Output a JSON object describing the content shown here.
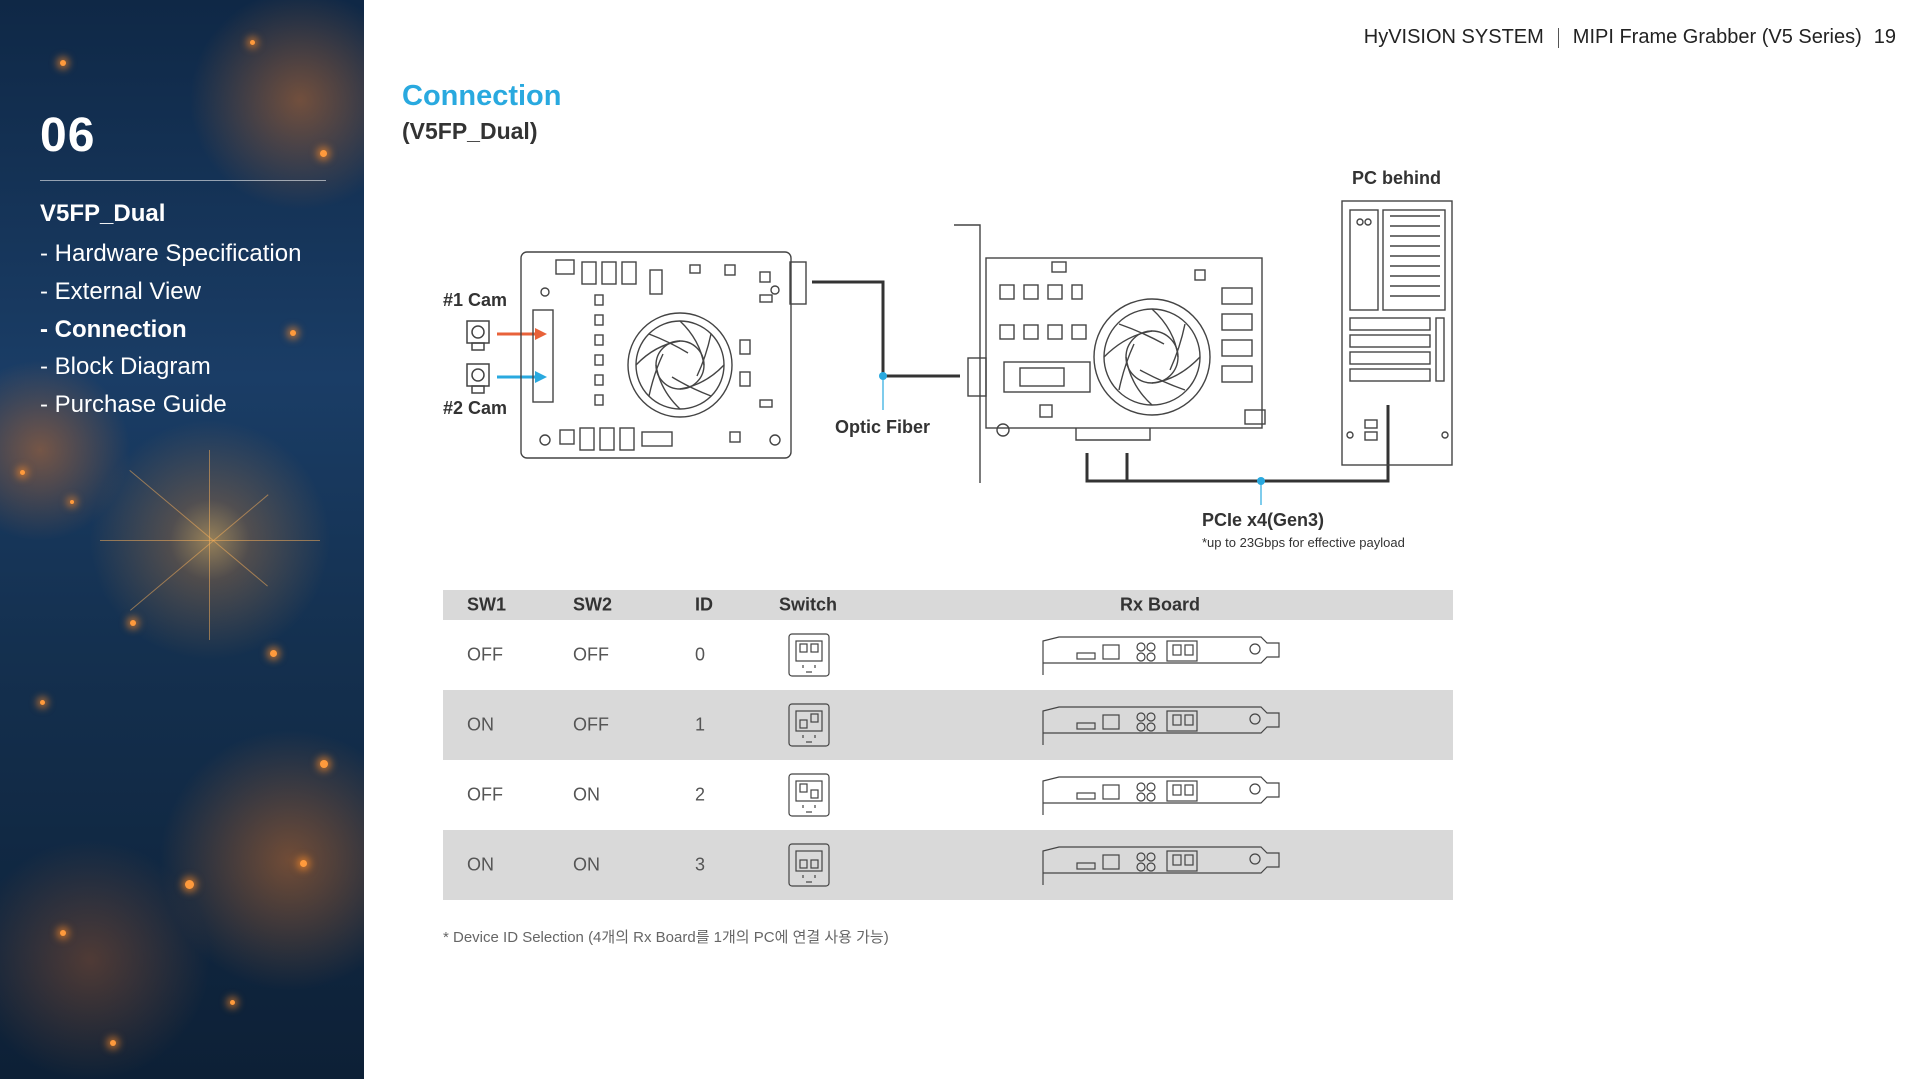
{
  "header": {
    "brand": "HyVISION SYSTEM",
    "document_title": "MIPI Frame Grabber (V5 Series)",
    "page_number": "19"
  },
  "sidebar": {
    "chapter_number": "06",
    "section_title": "V5FP_Dual",
    "items": [
      {
        "label": "- Hardware Specification",
        "active": false
      },
      {
        "label": "- External View",
        "active": false
      },
      {
        "label": "- Connection",
        "active": true
      },
      {
        "label": "- Block Diagram",
        "active": false
      },
      {
        "label": "- Purchase Guide",
        "active": false
      }
    ]
  },
  "page": {
    "title": "Connection",
    "subtitle": "(V5FP_Dual)"
  },
  "diagram": {
    "labels": {
      "cam1": "#1 Cam",
      "cam2": "#2 Cam",
      "optic_fiber": "Optic Fiber",
      "pc_behind": "PC behind",
      "pcie": "PCIe x4(Gen3)",
      "pcie_note": "*up to 23Gbps for effective payload"
    },
    "colors": {
      "cam1_arrow": "#e8623a",
      "cam2_arrow": "#29a9df",
      "accent": "#29a9df"
    }
  },
  "table": {
    "headers": [
      "SW1",
      "SW2",
      "ID",
      "Switch",
      "Rx Board"
    ],
    "rows": [
      {
        "sw1": "OFF",
        "sw2": "OFF",
        "id": "0"
      },
      {
        "sw1": "ON",
        "sw2": "OFF",
        "id": "1"
      },
      {
        "sw1": "OFF",
        "sw2": "ON",
        "id": "2"
      },
      {
        "sw1": "ON",
        "sw2": "ON",
        "id": "3"
      }
    ]
  },
  "footnote": "* Device ID Selection (4개의 Rx Board를 1개의 PC에 연결 사용 가능)"
}
